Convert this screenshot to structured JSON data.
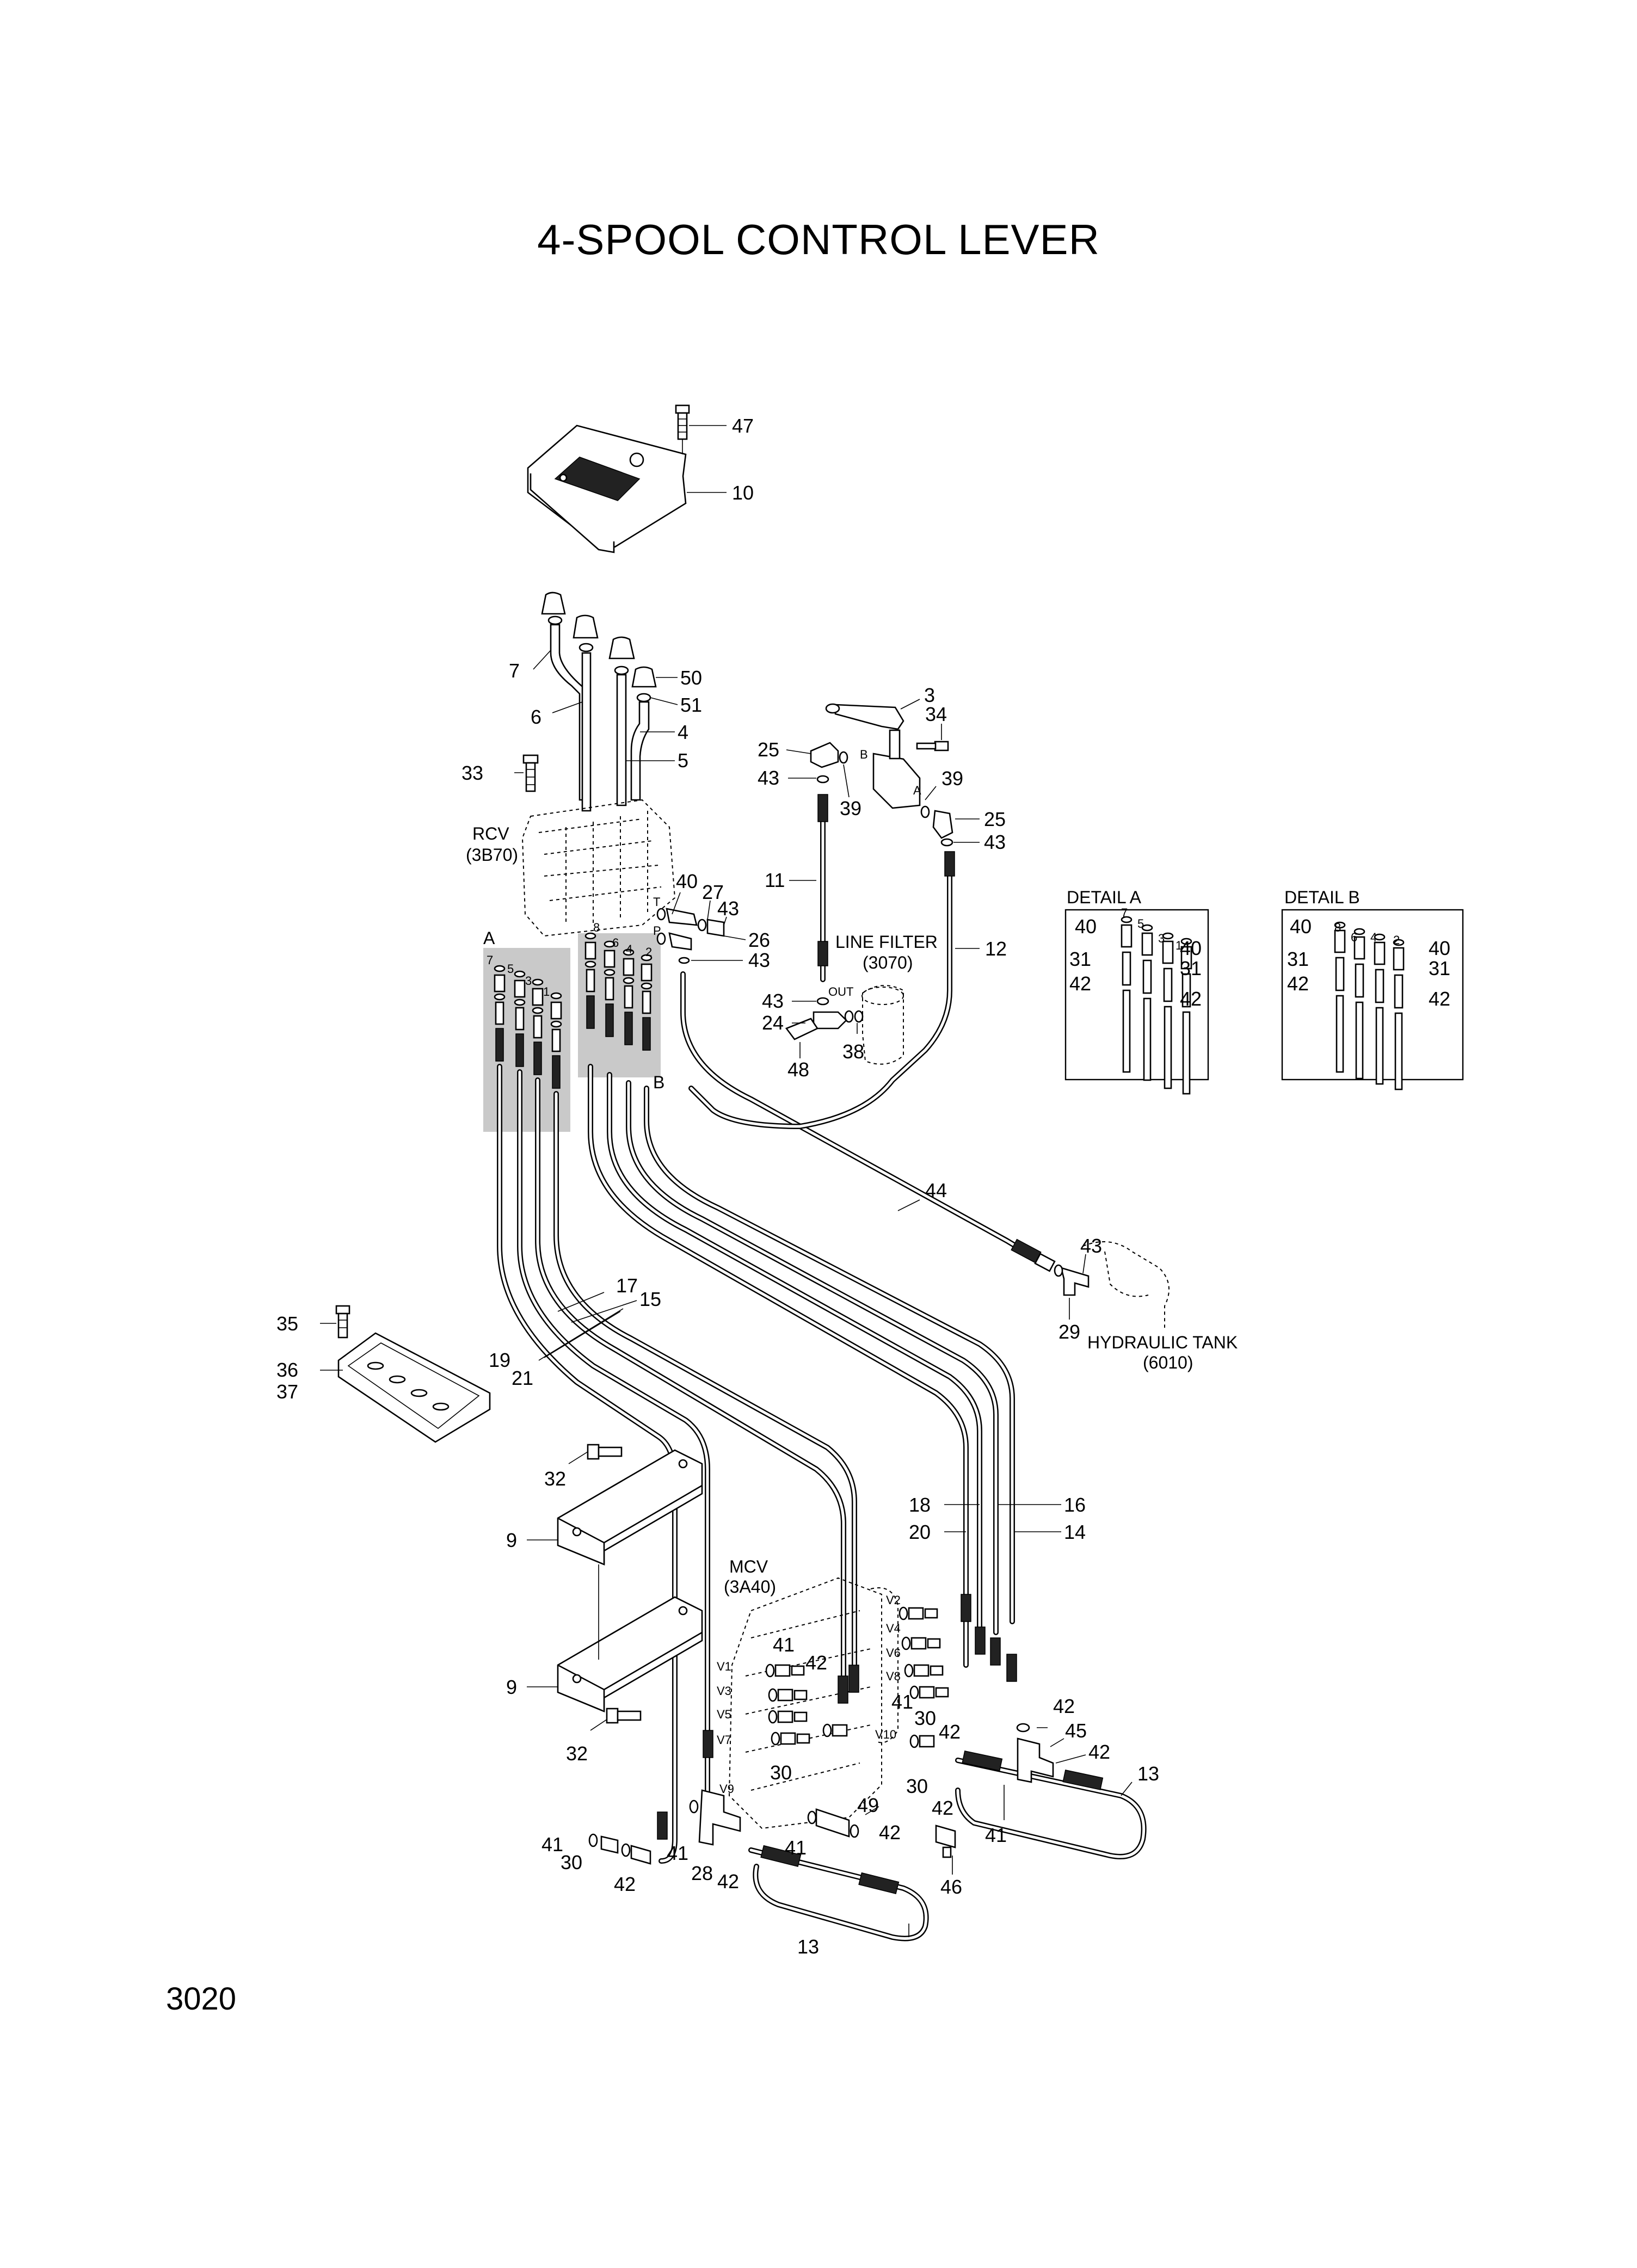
{
  "title": "4-SPOOL CONTROL LEVER",
  "page_number": "3020",
  "components": {
    "rcv": {
      "name": "RCV",
      "ref": "(3B70)"
    },
    "mcv": {
      "name": "MCV",
      "ref": "(3A40)"
    },
    "line_filter": {
      "name": "LINE FILTER",
      "ref": "(3070)"
    },
    "hydraulic_tank": {
      "name": "HYDRAULIC TANK",
      "ref": "(6010)"
    }
  },
  "details": {
    "a": {
      "title": "DETAIL A",
      "parts": [
        "40",
        "31",
        "42",
        "40",
        "31",
        "42"
      ],
      "ports": [
        "7",
        "5",
        "3",
        "1"
      ]
    },
    "b": {
      "title": "DETAIL B",
      "parts": [
        "40",
        "31",
        "42",
        "40",
        "31",
        "42"
      ],
      "ports": [
        "8",
        "6",
        "4",
        "2"
      ]
    }
  },
  "view_markers": {
    "a": "A",
    "b": "B"
  },
  "ports": {
    "valve_b": "B",
    "valve_a": "A",
    "t": "T",
    "p": "P",
    "out": "OUT",
    "rcv": [
      "7",
      "5",
      "3",
      "1",
      "8",
      "6",
      "4",
      "2"
    ],
    "mcv": [
      "V1",
      "V3",
      "V5",
      "V7",
      "V9",
      "V2",
      "V4",
      "V6",
      "V8",
      "V10"
    ]
  },
  "callouts": {
    "p47": "47",
    "p10": "10",
    "p7": "7",
    "p6": "6",
    "p50": "50",
    "p51": "51",
    "p4": "4",
    "p5": "5",
    "p33": "33",
    "p3": "3",
    "p34": "34",
    "p25a": "25",
    "p43a": "43",
    "p39a": "39",
    "p39b": "39",
    "p25b": "25",
    "p43b": "43",
    "p11": "11",
    "p40": "40",
    "p27": "27",
    "p43c": "43",
    "p26": "26",
    "p43d": "43",
    "p12": "12",
    "p43e": "43",
    "p24": "24",
    "p38": "38",
    "p48": "48",
    "p44": "44",
    "p43f": "43",
    "p29": "29",
    "p17": "17",
    "p15": "15",
    "p19": "19",
    "p21": "21",
    "p35": "35",
    "p36": "36",
    "p37": "37",
    "p32a": "32",
    "p9a": "9",
    "p18": "18",
    "p16": "16",
    "p20": "20",
    "p14": "14",
    "p41a": "41",
    "p42a": "42",
    "p9b": "9",
    "p32b": "32",
    "p41b": "41",
    "p30a": "30",
    "p42b": "42",
    "p42c": "42",
    "p45": "45",
    "p42d": "42",
    "p13a": "13",
    "p30b": "30",
    "p42e": "42",
    "p41c": "41",
    "p30c": "30",
    "p41d": "41",
    "p30d": "30",
    "p42f": "42",
    "p41e": "41",
    "p28": "28",
    "p42g": "42",
    "p41f": "41",
    "p49": "49",
    "p42h": "42",
    "p46": "46",
    "p13b": "13"
  }
}
